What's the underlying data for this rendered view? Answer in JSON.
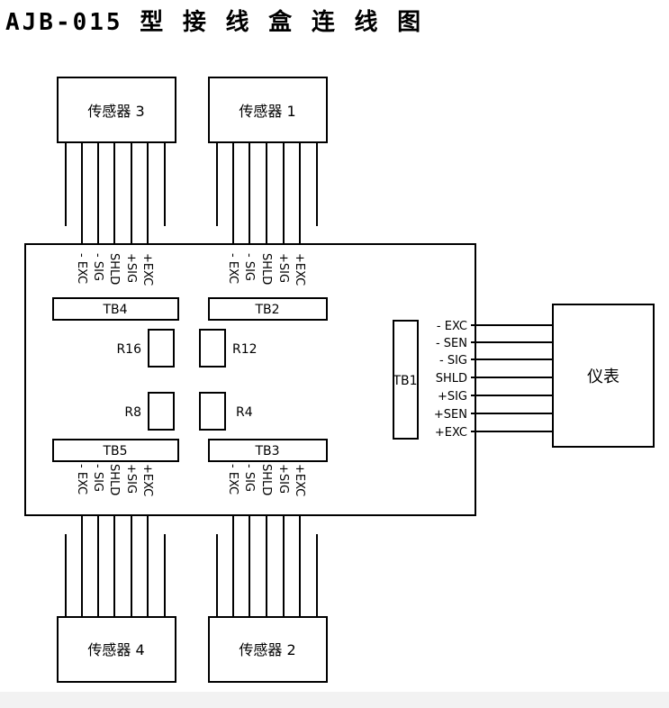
{
  "title": "AJB-015 型 接 线 盒 连 线 图",
  "sensors": {
    "s3": "传感器 3",
    "s1": "传感器 1",
    "s4": "传感器 4",
    "s2": "传感器 2"
  },
  "terminal_blocks": {
    "tb4": "TB4",
    "tb2": "TB2",
    "tb5": "TB5",
    "tb3": "TB3",
    "tb1": "TB1"
  },
  "resistors": {
    "r16": "R16",
    "r12": "R12",
    "r8": "R8",
    "r4": "R4"
  },
  "sensor_wire_labels": [
    "- EXC",
    "- SIG",
    "SHLD",
    "+SIG",
    "+EXC"
  ],
  "instrument_wire_labels": [
    "- EXC",
    "- SEN",
    "- SIG",
    "SHLD",
    "+SIG",
    "+SEN",
    "+EXC"
  ],
  "instrument": "仪表",
  "colors": {
    "line": "#000000",
    "background": "#ffffff"
  }
}
